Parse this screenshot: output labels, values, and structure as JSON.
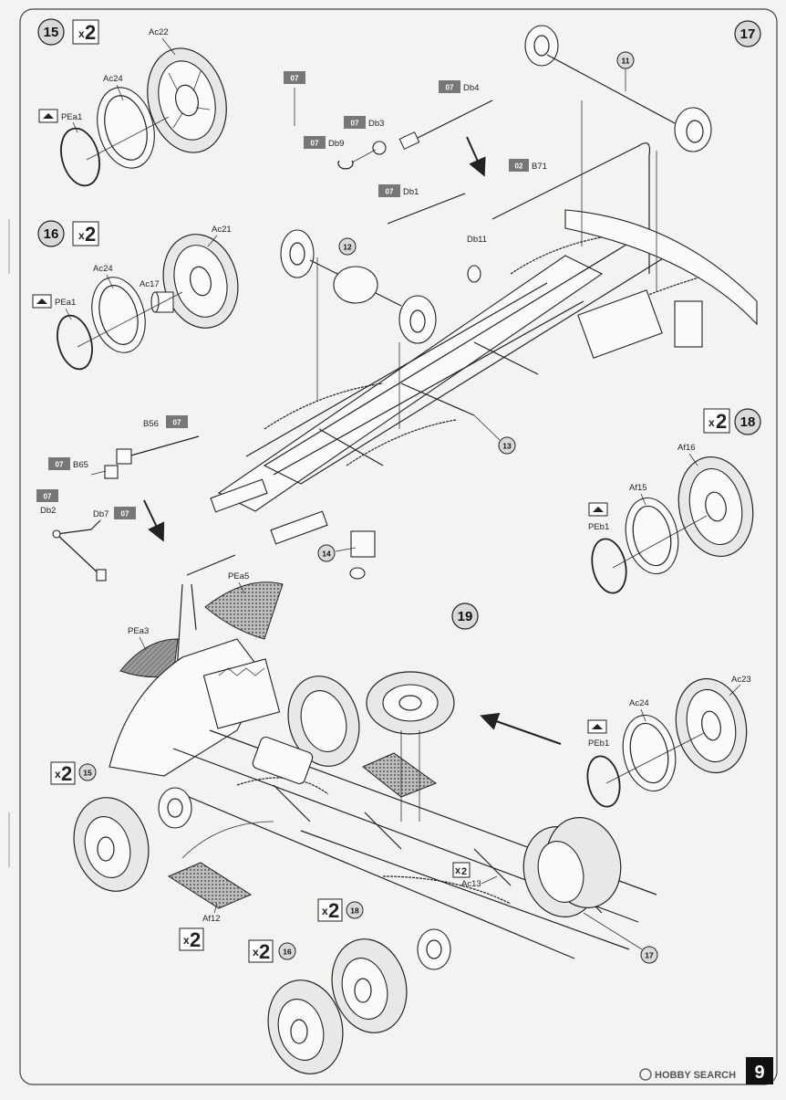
{
  "page": {
    "number": "9",
    "watermark": "HOBBY SEARCH"
  },
  "steps": [
    {
      "number": "15",
      "qty": "2",
      "parts": [
        "Ac22",
        "Ac24",
        "PEa1"
      ]
    },
    {
      "number": "16",
      "qty": "2",
      "parts": [
        "Ac21",
        "Ac24",
        "Ac17",
        "PEa1"
      ]
    },
    {
      "number": "17",
      "parts": [
        "11",
        "02",
        "B71",
        "07",
        "Db4",
        "07",
        "Db3",
        "07",
        "Db9",
        "07",
        "Db1",
        "Db11",
        "12",
        "13",
        "14"
      ]
    },
    {
      "number": "18",
      "qty": "2",
      "parts": [
        "Af16",
        "Af15",
        "PEb1"
      ]
    },
    {
      "number": "19"
    }
  ],
  "labels": {
    "ac22": "Ac22",
    "ac24": "Ac24",
    "pea1": "PEa1",
    "ac21": "Ac21",
    "ac17": "Ac17",
    "db4": "Db4",
    "db3": "Db3",
    "db9": "Db9",
    "db1": "Db1",
    "b71": "B71",
    "db11": "Db11",
    "b56": "B56",
    "b65": "B65",
    "db2": "Db2",
    "db7": "Db7",
    "af16": "Af16",
    "af15": "Af15",
    "peb1": "PEb1",
    "pea5": "PEa5",
    "pea3": "PEa3",
    "ac23": "Ac23",
    "af12": "Af12",
    "ac13": "Ac13"
  },
  "paint": {
    "c07": "07",
    "c02": "02"
  },
  "callouts": {
    "c11": "11",
    "c12": "12",
    "c13": "13",
    "c14": "14",
    "c15": "15",
    "c16": "16",
    "c17": "17",
    "c18": "18"
  },
  "qty": {
    "x": "x",
    "two": "2"
  }
}
